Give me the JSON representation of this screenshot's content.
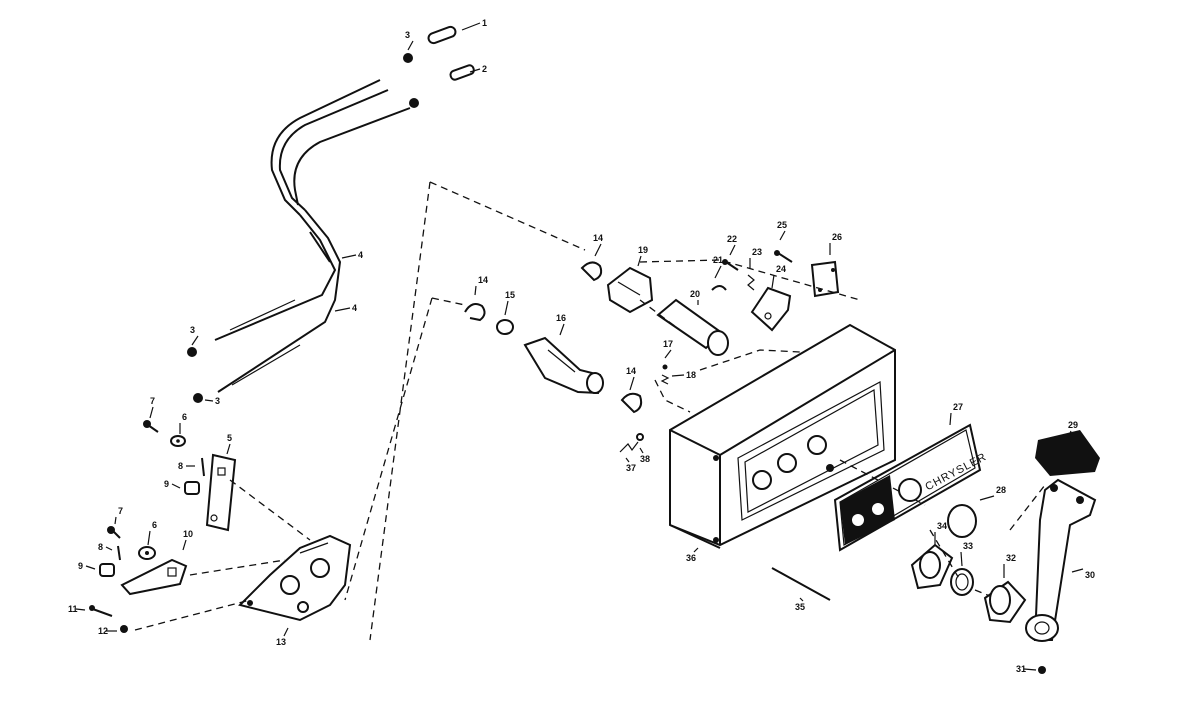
{
  "diagram": {
    "callouts": [
      "1",
      "2",
      "3",
      "3",
      "3",
      "4",
      "4",
      "5",
      "6",
      "6",
      "7",
      "7",
      "8",
      "8",
      "9",
      "9",
      "10",
      "11",
      "12",
      "13",
      "14",
      "14",
      "14",
      "15",
      "16",
      "17",
      "18",
      "19",
      "20",
      "21",
      "22",
      "23",
      "24",
      "25",
      "26",
      "27",
      "28",
      "29",
      "30",
      "31",
      "32",
      "33",
      "34",
      "35",
      "36",
      "37",
      "38"
    ],
    "panel_brand": "CHRYSLER"
  }
}
